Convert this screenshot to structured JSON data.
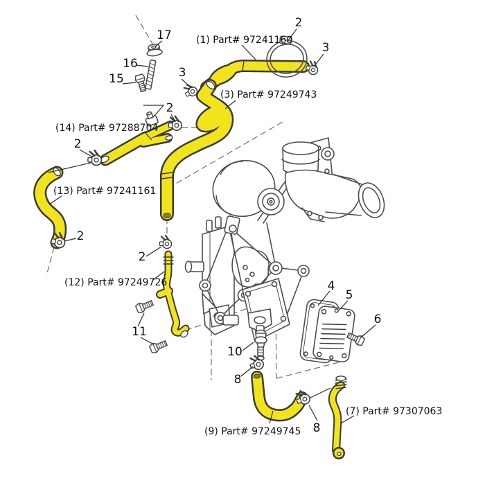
{
  "diagram": {
    "type": "exploded-parts-diagram",
    "subject": "engine coolant and oil-cooler hose routing",
    "background": "#ffffff",
    "hose_highlight_color": "#f2e41c",
    "line_color": "#4a4a4a",
    "text_color": "#111111"
  },
  "part_labels": [
    {
      "text": "(1) Part# 97241160"
    },
    {
      "text": "(3) Part# 97249743"
    },
    {
      "text": "(14) Part# 97288704"
    },
    {
      "text": "(13) Part# 97241161"
    },
    {
      "text": "(12) Part# 97249726"
    },
    {
      "text": "(9) Part# 97249745"
    },
    {
      "text": "(7) Part# 97307063"
    }
  ],
  "callouts": [
    {
      "ref": "2"
    },
    {
      "ref": "3"
    },
    {
      "ref": "17"
    },
    {
      "ref": "16"
    },
    {
      "ref": "15"
    },
    {
      "ref": "3"
    },
    {
      "ref": "2"
    },
    {
      "ref": "2"
    },
    {
      "ref": "2"
    },
    {
      "ref": "2"
    },
    {
      "ref": "11"
    },
    {
      "ref": "10"
    },
    {
      "ref": "8"
    },
    {
      "ref": "4"
    },
    {
      "ref": "5"
    },
    {
      "ref": "6"
    },
    {
      "ref": "8"
    }
  ]
}
